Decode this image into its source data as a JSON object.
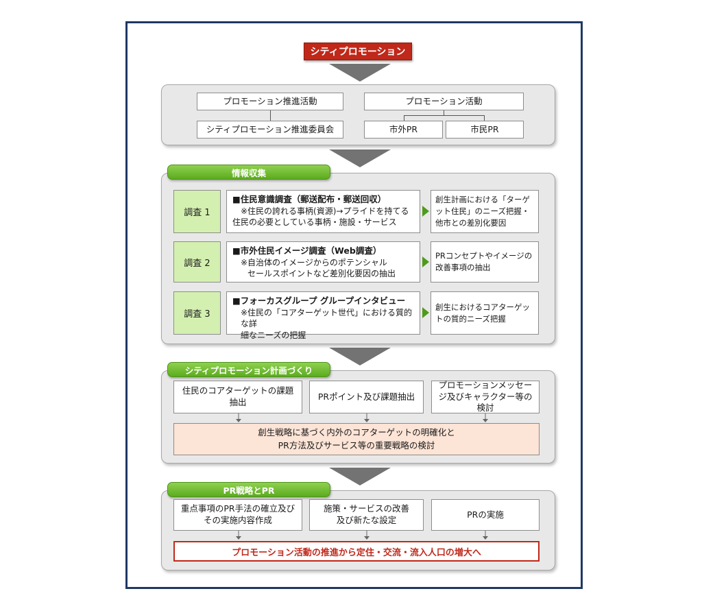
{
  "title": "シティプロモーション",
  "stage1": {
    "left_top": "プロモーション推進活動",
    "left_bottom": "シティプロモーション推進委員会",
    "right_top": "プロモーション活動",
    "right_bottom_1": "市外PR",
    "right_bottom_2": "市民PR"
  },
  "stage2": {
    "tab": "情報収集",
    "surveys": [
      {
        "label": "調査 1",
        "head": "■住民意識調査（郵送配布・郵送回収）",
        "note1": "※住民の誇れる事柄(資源)→プライドを持てる",
        "note2": "住民の必要としている事柄・施設・サービス",
        "result": "創生計画における「ターゲット住民」のニーズ把握・他市との差別化要因"
      },
      {
        "label": "調査 2",
        "head": "■市外住民イメージ調査（Web調査）",
        "note1": "※自治体のイメージからのポテンシャル",
        "note2": "セールスポイントなど差別化要因の抽出",
        "result": "PRコンセプトやイメージの改善事項の抽出"
      },
      {
        "label": "調査 3",
        "head": "■フォーカスグループ グループインタビュー",
        "note1": "※住民の「コアターゲット世代」における質的な詳",
        "note2": "細なニーズの把握",
        "result": "創生におけるコアターゲットの質的ニーズ把握"
      }
    ]
  },
  "stage3": {
    "tab": "シティプロモーション計画づくり",
    "box1": "住民のコアターゲットの課題抽出",
    "box2": "PRポイント及び課題抽出",
    "box3": "プロモーションメッセージ及びキャラクター等の検討",
    "summary_line1": "創生戦略に基づく内外のコアターゲットの明確化と",
    "summary_line2": "PR方法及びサービス等の重要戦略の検討"
  },
  "stage4": {
    "tab": "PR戦略とPR",
    "box1": "重点事項のPR手法の確立及びその実施内容作成",
    "box2": "施策・サービスの改善及び新たな設定",
    "box3": "PRの実施",
    "final": "プロモーション活動の推進から定住・交流・流入人口の増大へ"
  },
  "colors": {
    "title_red": "#c0281a",
    "tab_green": "#5cab1f",
    "survey_green": "#d4f0b0",
    "summary_peach": "#fce4d6",
    "frame_navy": "#1f3864"
  }
}
